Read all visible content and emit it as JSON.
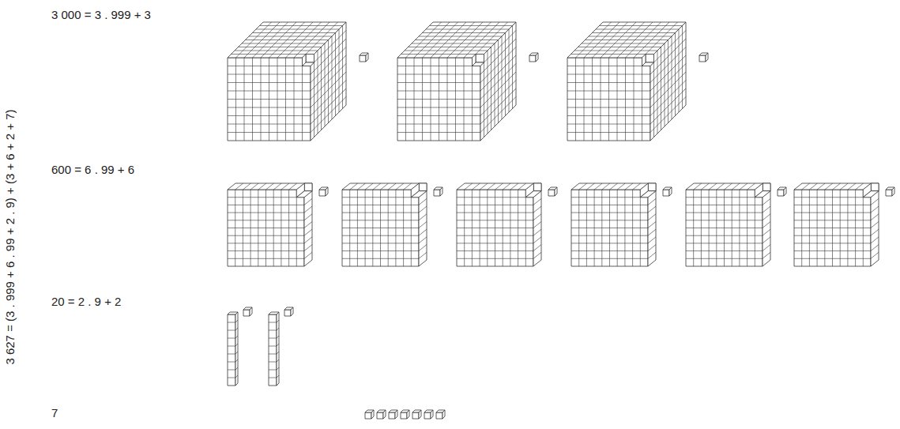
{
  "diagram": {
    "labels": [
      "3 000 = 3 . 999 + 3",
      "600 = 6 . 99 + 6",
      "20 = 2 . 9 + 2",
      "7",
      "3 627 = (3 . 999 + 6 . 99 + 2 . 9) + (3 + 6 + 2 + 7)"
    ]
  }
}
